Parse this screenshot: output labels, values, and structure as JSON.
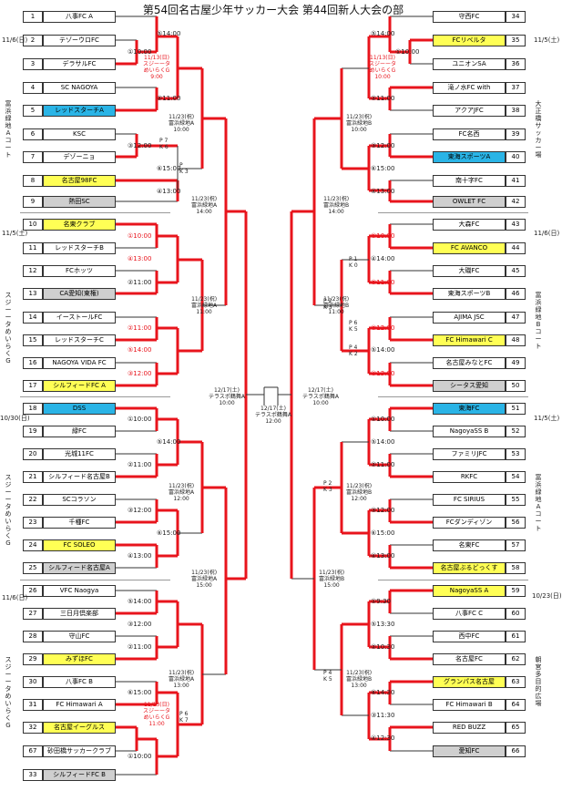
{
  "title": "第54回名古屋少年サッカー大会 第44回新人大会の部",
  "left_teams": [
    {
      "no": "1",
      "name": "八事FC A",
      "hl": ""
    },
    {
      "no": "2",
      "name": "テゾーウロFC",
      "hl": ""
    },
    {
      "no": "3",
      "name": "デラサルFC",
      "hl": ""
    },
    {
      "no": "4",
      "name": "SC NAGOYA",
      "hl": ""
    },
    {
      "no": "5",
      "name": "レッドスターチA",
      "hl": "cyan"
    },
    {
      "no": "6",
      "name": "KSC",
      "hl": ""
    },
    {
      "no": "7",
      "name": "デゾーニョ",
      "hl": ""
    },
    {
      "no": "8",
      "name": "名古屋98FC",
      "hl": "yellow"
    },
    {
      "no": "9",
      "name": "熱田SC",
      "hl": "grey"
    },
    {
      "no": "10",
      "name": "名東クラブ",
      "hl": "yellow"
    },
    {
      "no": "11",
      "name": "レッドスターチB",
      "hl": ""
    },
    {
      "no": "12",
      "name": "FCホッツ",
      "hl": ""
    },
    {
      "no": "13",
      "name": "CA愛知(東権)",
      "hl": "grey"
    },
    {
      "no": "14",
      "name": "イーストールFC",
      "hl": ""
    },
    {
      "no": "15",
      "name": "レッドスターチC",
      "hl": ""
    },
    {
      "no": "16",
      "name": "NAGOYA VIDA FC",
      "hl": ""
    },
    {
      "no": "17",
      "name": "シルフィードFC A",
      "hl": "yellow"
    },
    {
      "no": "18",
      "name": "DSS",
      "hl": "cyan"
    },
    {
      "no": "19",
      "name": "緑FC",
      "hl": ""
    },
    {
      "no": "20",
      "name": "光城11FC",
      "hl": ""
    },
    {
      "no": "21",
      "name": "シルフィード名古屋B",
      "hl": ""
    },
    {
      "no": "22",
      "name": "SCコラソン",
      "hl": ""
    },
    {
      "no": "23",
      "name": "千種FC",
      "hl": ""
    },
    {
      "no": "24",
      "name": "FC SOLEO",
      "hl": "yellow"
    },
    {
      "no": "25",
      "name": "シルフィード名古屋A",
      "hl": "grey"
    },
    {
      "no": "26",
      "name": "VFC Naogya",
      "hl": ""
    },
    {
      "no": "27",
      "name": "三日月倶楽部",
      "hl": ""
    },
    {
      "no": "28",
      "name": "守山FC",
      "hl": ""
    },
    {
      "no": "29",
      "name": "みずほFC",
      "hl": "yellow"
    },
    {
      "no": "30",
      "name": "八事FC B",
      "hl": ""
    },
    {
      "no": "31",
      "name": "FC Himawari A",
      "hl": ""
    },
    {
      "no": "32",
      "name": "名古屋イーグルス",
      "hl": "yellow"
    },
    {
      "no": "67",
      "name": "砂田橋サッカークラブ",
      "hl": ""
    },
    {
      "no": "33",
      "name": "シルフィードFC B",
      "hl": "grey"
    }
  ],
  "right_teams": [
    {
      "no": "34",
      "name": "守西FC",
      "hl": ""
    },
    {
      "no": "35",
      "name": "FCリベルタ",
      "hl": "yellow"
    },
    {
      "no": "36",
      "name": "ユニオンSA",
      "hl": ""
    },
    {
      "no": "37",
      "name": "滝ノ水FC with",
      "hl": ""
    },
    {
      "no": "38",
      "name": "アクアJFC",
      "hl": ""
    },
    {
      "no": "39",
      "name": "FC名西",
      "hl": ""
    },
    {
      "no": "40",
      "name": "東海スポーツA",
      "hl": "cyan"
    },
    {
      "no": "41",
      "name": "南十字FC",
      "hl": ""
    },
    {
      "no": "42",
      "name": "OWLET FC",
      "hl": "grey"
    },
    {
      "no": "43",
      "name": "大森FC",
      "hl": ""
    },
    {
      "no": "44",
      "name": "FC AVANCO",
      "hl": "yellow"
    },
    {
      "no": "45",
      "name": "大磯FC",
      "hl": ""
    },
    {
      "no": "46",
      "name": "東海スポーツB",
      "hl": ""
    },
    {
      "no": "47",
      "name": "AJIMA JSC",
      "hl": ""
    },
    {
      "no": "48",
      "name": "FC Himawari C",
      "hl": "yellow"
    },
    {
      "no": "49",
      "name": "名古屋みなとFC",
      "hl": ""
    },
    {
      "no": "50",
      "name": "シータス愛知",
      "hl": "grey"
    },
    {
      "no": "51",
      "name": "東海FC",
      "hl": "cyan"
    },
    {
      "no": "52",
      "name": "NagoyaSS B",
      "hl": ""
    },
    {
      "no": "53",
      "name": "ファミリJFC",
      "hl": ""
    },
    {
      "no": "54",
      "name": "RKFC",
      "hl": ""
    },
    {
      "no": "55",
      "name": "FC SIRIUS",
      "hl": ""
    },
    {
      "no": "56",
      "name": "FCダンディゾン",
      "hl": ""
    },
    {
      "no": "57",
      "name": "名東FC",
      "hl": ""
    },
    {
      "no": "58",
      "name": "名古屋ぶるどっくす",
      "hl": "yellow"
    },
    {
      "no": "59",
      "name": "NagoyaSS A",
      "hl": "yellow"
    },
    {
      "no": "60",
      "name": "八事FC C",
      "hl": ""
    },
    {
      "no": "61",
      "name": "西中FC",
      "hl": ""
    },
    {
      "no": "62",
      "name": "名古屋FC",
      "hl": ""
    },
    {
      "no": "63",
      "name": "グランパス名古屋",
      "hl": "yellow"
    },
    {
      "no": "64",
      "name": "FC Himawari B",
      "hl": ""
    },
    {
      "no": "65",
      "name": "RED BUZZ",
      "hl": ""
    },
    {
      "no": "66",
      "name": "愛知FC",
      "hl": "grey"
    }
  ],
  "venues": {
    "l1_date": "11/6(日)",
    "l1_venue": "富浜緑地Aコート",
    "l2_date": "11/5(土)",
    "l2_venue": "スジーータめいらくG",
    "l3_date": "10/30(日)",
    "l3_venue": "スジーータめいらくG",
    "l4_date": "11/6(日)",
    "l4_venue": "スジーータめいらくG",
    "r1_date": "11/5(土)",
    "r1_venue": "大正橋サッカー場",
    "r2_date": "11/6(日)",
    "r2_venue": "富浜緑地Bコート",
    "r3_date": "11/5(土)",
    "r3_venue": "富浜緑地Aコート",
    "r4_date": "10/23(日)",
    "r4_venue": "朝宮多目的広場"
  },
  "times": {
    "t1": "⑤14:00",
    "t2": "①10:00",
    "t3": "②11:00",
    "t4": "⑥15:00",
    "t5": "③12:00",
    "t6": "④13:00",
    "t7": "①10:00",
    "t8": "④13:00",
    "t9": "②11:00",
    "t10": "⑤14:00",
    "t11": "③12:00",
    "t12": "①10:00",
    "t13": "⑤14:00",
    "t14": "②11:00",
    "t15": "③12:00",
    "t16": "⑥15:00",
    "t17": "④13:00",
    "t18": "⑤14:00",
    "t19": "③12:00",
    "t20": "②11:00",
    "t21": "⑥15:00",
    "t22": "①10:00",
    "r1": "⑤14:00",
    "r2": "①10:00",
    "r3": "②11:00",
    "r4": "③12:00",
    "r5": "⑥15:00",
    "r6": "④13:00",
    "r7": "①10:00",
    "r8": "④14:00",
    "r9": "②11:00",
    "r10": "③12:00",
    "r11": "⑤14:00",
    "r12": "④13:00",
    "r13": "①10:00",
    "r14": "⑤14:00",
    "r15": "②11:00",
    "r16": "③12:00",
    "r17": "⑥15:00",
    "r18": "④13:00",
    "r19": "①9:30",
    "r20": "⑤13:30",
    "r21": "②10:30",
    "r22": "⑥14:30",
    "r23": "③11:30",
    "r24": "④12:30"
  },
  "notes": {
    "n1": "11/13(日)\nスジーータ\nめいらくG\n9:00",
    "n2": "11/13(日)\nスジーータ\nめいらくG\n10:00",
    "n3": "11/13(日)\nスジーータ\nめいらくG\n11:00",
    "m1": "11/23(祝)\n富浜緑地A\n10:00",
    "m2": "11/23(祝)\n富浜緑地A\n14:00",
    "m3": "11/23(祝)\n富浜緑地A\n11:00",
    "m4": "11/23(祝)\n富浜緑地A\n12:00",
    "m5": "11/23(祝)\n富浜緑地A\n13:00",
    "m6": "11/23(祝)\n富浜緑地A\n15:00",
    "m7": "11/23(祝)\n富浜緑地B\n10:00",
    "m8": "11/23(祝)\n富浜緑地B\n14:00",
    "m9": "11/23(祝)\n富浜緑地B\n11:00",
    "m10": "11/23(祝)\n富浜緑地B\n12:00",
    "m11": "11/23(祝)\n富浜緑地B\n13:00",
    "m12": "11/23(祝)\n富浜緑地B\n15:00",
    "f1": "12/17(土)\nテラスポ鶴舞A\n10:00",
    "f2": "12/17(土)\nテラスポ鶴舞A\n12:00",
    "f3": "12/17(土)\nテラスポ鶴舞A\n10:00"
  },
  "pk": {
    "p1": "P 7\nK 6",
    "p2": "P\nK 3",
    "p3": "P 4\nK 5",
    "p4": "P 1\nK 0",
    "p5": "P 2\nK 3",
    "p6": "P 6\nK 5",
    "p7": "P 2\nK 3",
    "p8": "P 6\nK 7",
    "p9": "P 4\nK 2"
  },
  "colors": {
    "win_line": "#e8141c",
    "line": "#333333",
    "yellow": "#ffff55",
    "cyan": "#2ab4e6",
    "grey": "#cfcfcf"
  }
}
